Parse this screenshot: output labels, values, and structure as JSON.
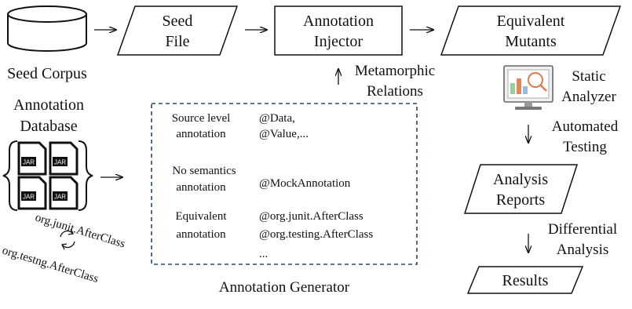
{
  "seed_corpus": {
    "label": "Seed Corpus"
  },
  "seed_file": {
    "line1": "Seed",
    "line2": "File"
  },
  "annotation_injector": {
    "line1": "Annotation",
    "line2": "Injector"
  },
  "equivalent_mutants": {
    "line1": "Equivalent",
    "line2": "Mutants"
  },
  "metamorphic_relations": {
    "line1": "Metamorphic",
    "line2": "Relations"
  },
  "annotation_database": {
    "line1": "Annotation",
    "line2": "Database",
    "jar_label": "JAR"
  },
  "static_analyzer": {
    "line1": "Static",
    "line2": "Analyzer"
  },
  "automated_testing": {
    "line1": "Automated",
    "line2": "Testing"
  },
  "analysis_reports": {
    "line1": "Analysis",
    "line2": "Reports"
  },
  "differential_analysis": {
    "line1": "Differential",
    "line2": "Analysis"
  },
  "results": {
    "label": "Results"
  },
  "annotation_generator": {
    "title": "Annotation Generator",
    "rows": [
      {
        "kind_line1": "Source level",
        "kind_line2": "annotation",
        "ex_line1": "@Data,",
        "ex_line2": "@Value,..."
      },
      {
        "kind_line1": "No semantics",
        "kind_line2": "annotation",
        "ex_line1": "@MockAnnotation",
        "ex_line2": ""
      },
      {
        "kind_line1": "Equivalent",
        "kind_line2": "annotation",
        "ex_line1": "@org.junit.AfterClass",
        "ex_line2": "@org.testing.AfterClass",
        "ex_line3": "..."
      }
    ]
  },
  "rotated_labels": {
    "junit": "org.junit.AfterClass",
    "testng": "org.testng.AfterClass"
  }
}
